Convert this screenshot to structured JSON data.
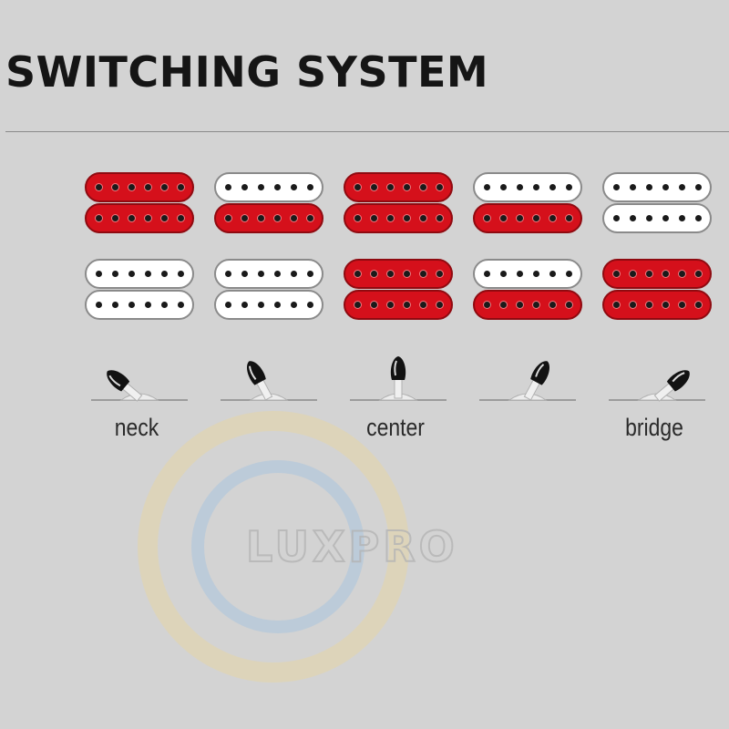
{
  "title": "SWITCHING SYSTEM",
  "watermark": {
    "text": "LUXPRO"
  },
  "colors": {
    "active": "#d5101b",
    "inactive": "#ffffff",
    "background": "#d3d3d3"
  },
  "positions": [
    {
      "label": "neck",
      "lever": "full-left",
      "coils": [
        "red",
        "red",
        "white",
        "white"
      ]
    },
    {
      "label": "",
      "lever": "left",
      "coils": [
        "white",
        "red",
        "white",
        "white"
      ]
    },
    {
      "label": "center",
      "lever": "center",
      "coils": [
        "red",
        "red",
        "red",
        "red"
      ]
    },
    {
      "label": "",
      "lever": "right",
      "coils": [
        "white",
        "red",
        "white",
        "red"
      ]
    },
    {
      "label": "bridge",
      "lever": "full-right",
      "coils": [
        "white",
        "white",
        "red",
        "red"
      ]
    }
  ]
}
